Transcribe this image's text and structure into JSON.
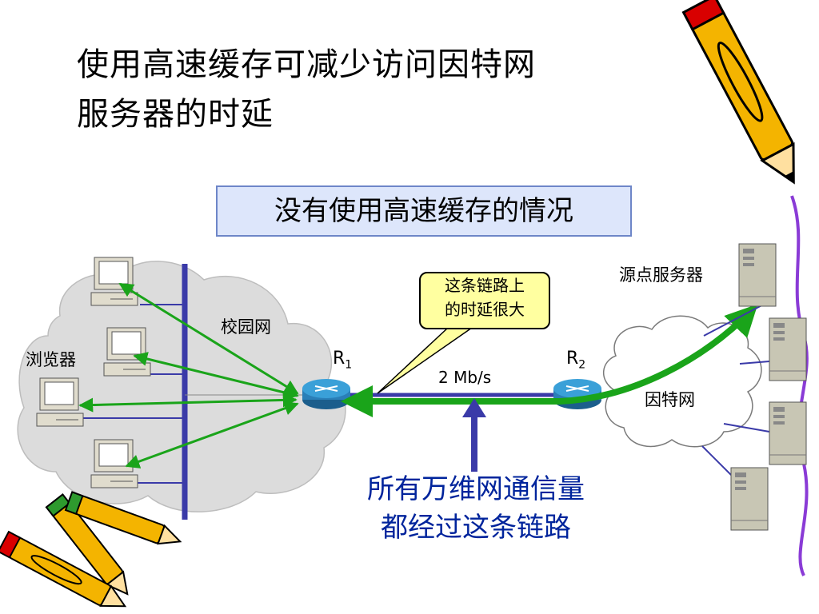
{
  "title": {
    "line1": "使用高速缓存可减少访问因特网",
    "line2": "服务器的时延"
  },
  "subtitle": "没有使用高速缓存的情况",
  "labels": {
    "campus_network": "校园网",
    "browser": "浏览器",
    "router1": "R",
    "router1_sub": "1",
    "router2": "R",
    "router2_sub": "2",
    "link_speed": "2 Mb/s",
    "origin_server": "源点服务器",
    "internet": "因特网"
  },
  "callout": {
    "line1": "这条链路上",
    "line2": "的时延很大"
  },
  "note": {
    "line1": "所有万维网通信量",
    "line2": "都经过这条链路"
  },
  "colors": {
    "cloud_campus": "#dcdcdc",
    "cloud_internet": "#ffffff",
    "lan_bus": "#3a3aa8",
    "arrow_green": "#1aa41a",
    "router": "#2a7fb8",
    "callout_bg": "#ffffa0",
    "subtitle_bg": "#dde6fb",
    "note_text": "#00249c",
    "border_line": "#8a3bd6"
  },
  "icons": [
    "computer-icon",
    "router-icon",
    "server-icon",
    "pencil-icon"
  ]
}
